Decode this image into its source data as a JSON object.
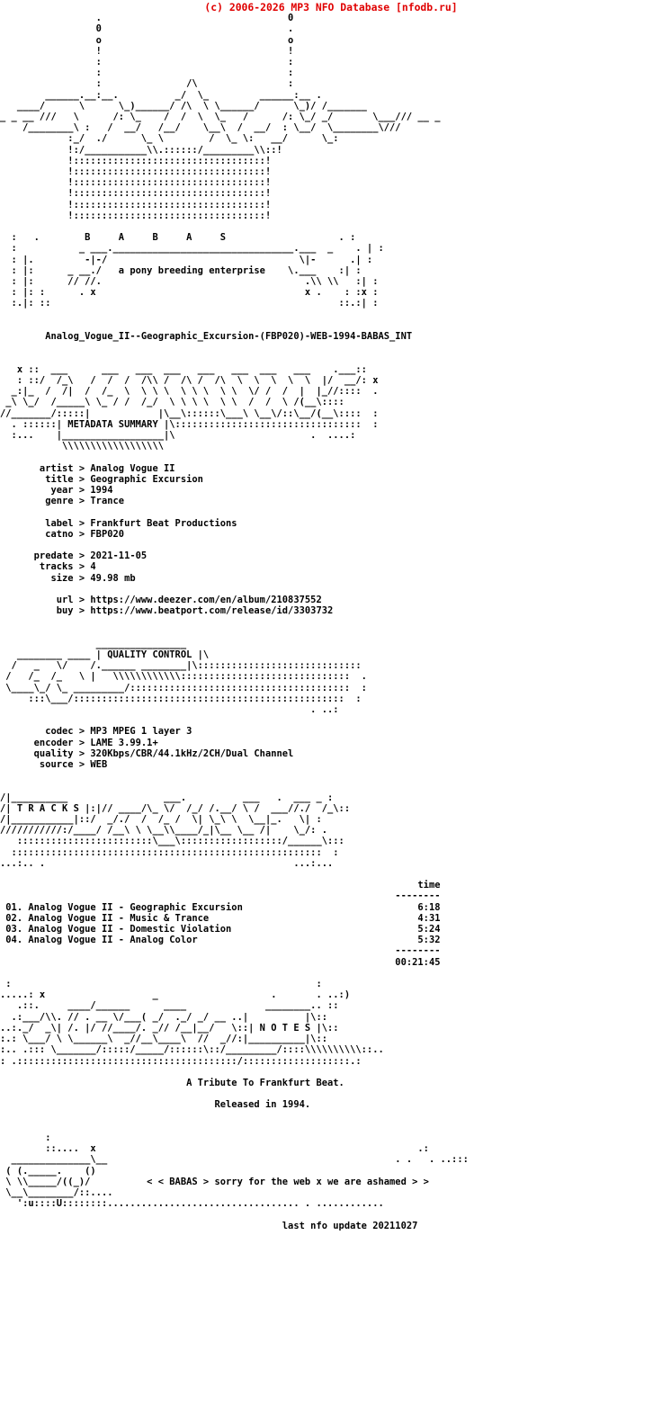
{
  "header": {
    "copyright": "(c) 2006-2026 MP3 NFO Database [nfodb.ru]",
    "copyright_color": "#e00000"
  },
  "group": {
    "name": "BABAS",
    "name_spaced": "B     A     B     A     S",
    "tagline": "a pony breeding enterprise"
  },
  "release": {
    "dirname": "Analog_Vogue_II--Geographic_Excursion-(FBP020)-WEB-1994-BABAS_INT"
  },
  "sections": {
    "metadata_label": "METADATA SUMMARY",
    "quality_label": "QUALITY CONTROL",
    "tracks_label": "T R A C K S",
    "notes_label": "N O T E S"
  },
  "metadata": {
    "groups": [
      [
        {
          "key": "artist",
          "value": "Analog Vogue II"
        },
        {
          "key": "title",
          "value": "Geographic Excursion"
        },
        {
          "key": "year",
          "value": "1994"
        },
        {
          "key": "genre",
          "value": "Trance"
        }
      ],
      [
        {
          "key": "label",
          "value": "Frankfurt Beat Productions"
        },
        {
          "key": "catno",
          "value": "FBP020"
        }
      ],
      [
        {
          "key": "predate",
          "value": "2021-11-05"
        },
        {
          "key": "tracks",
          "value": "4"
        },
        {
          "key": "size",
          "value": "49.98 mb"
        }
      ],
      [
        {
          "key": "url",
          "value": "https://www.deezer.com/en/album/210837552"
        },
        {
          "key": "buy",
          "value": "https://www.beatport.com/release/id/3303732"
        }
      ]
    ]
  },
  "quality": {
    "rows": [
      {
        "key": "codec",
        "value": "MP3 MPEG 1 layer 3"
      },
      {
        "key": "encoder",
        "value": "LAME 3.99.1+"
      },
      {
        "key": "quality",
        "value": "320Kbps/CBR/44.1kHz/2CH/Dual Channel"
      },
      {
        "key": "source",
        "value": "WEB"
      }
    ]
  },
  "tracklist": {
    "time_header": "time",
    "rule": "--------",
    "rows": [
      {
        "num": "01.",
        "title": "Analog Vogue II - Geographic Excursion",
        "time": "6:18"
      },
      {
        "num": "02.",
        "title": "Analog Vogue II - Music & Trance",
        "time": "4:31"
      },
      {
        "num": "03.",
        "title": "Analog Vogue II - Domestic Violation",
        "time": "5:24"
      },
      {
        "num": "04.",
        "title": "Analog Vogue II - Analog Color",
        "time": "5:32"
      }
    ],
    "total": "00:21:45"
  },
  "notes": {
    "lines": [
      "A Tribute To Frankfurt Beat.",
      "Released in 1994."
    ]
  },
  "footer": {
    "signature": "< < BABAS > sorry for the web x we are ashamed > >",
    "last_update": "last nfo update 20211027"
  },
  "ascii": {
    "logo_top": "                 .                                 0\n                 0                                 .\n                 o                                 o\n                 !                                 !\n                 :                                 :\n                 :                                 :\n                 :               /\\                :\n        ______.__:__.          _/  \\_         ______:__ .\n   ____/      \\      \\_)______/ /\\  \\ \\______/      \\_)/ /_______\n_ _ __ ///   \\      /: \\_    /  /  \\  \\_   /      /: \\_/ _/       \\___/// __ _\n    /________\\ :   /  __/   /__/    \\__\\  /  __/  : \\__/  \\________\\///\n            :_/  ./      \\_ \\        /  \\_ \\:   __/      \\_:\n            !:/___________\\\\.::::::/_________\\\\::!\n            !::::::::::::::::::::::::::::::::::!\n            !::::::::::::::::::::::::::::::::::!\n            !::::::::::::::::::::::::::::::::::!\n            !::::::::::::::::::::::::::::::::::!\n            !::::::::::::::::::::::::::::::::::!\n            !::::::::::::::::::::::::::::::::::!",
    "meta_banner": "   x ::  ___      ___   ___  ___   ___   ___  ___   ___    .___::\n   : ::/  /_\\   /  /  /  /\\\\ /  /\\ /  /\\  \\  \\  \\  \\  \\  |/  __/: x\n  _:|_  /  /|  /  /_  \\  \\ \\ \\  \\ \\ \\  \\ \\  \\/ /  /  |  |_//::::  .\n _\\ \\_/  /_____\\ \\_ / /  /_/  \\ \\ \\ \\  \\ \\  /  /  \\ /(__\\::::\n//_______/:::::|            |\\__\\::::::\\___\\ \\__\\/::\\__/(__\\::::  :\n  . ::::::| METADATA SUMMARY |\\:::::::::::::::::::::::::::::::::  :\n  :...    |__________________|\\                        .  ....:\n           \\\\\\\\\\\\\\\\\\\\\\\\\\\\\\\\\\\\",
    "qc_banner": "                 ________________\n   ________ ____ | QUALITY CONTROL |\\\n  /   _   \\/    /.______ ________|\\:::::::::::::::::::::::::::::\n /   /_  /_   \\ |   \\\\\\\\\\\\\\\\\\\\\\\\::::::::::::::::::::::::::::::  .\n \\____\\_/ \\_ _________/:::::::::::::::::::::::::::::::::::::::  :\n     :::\\___/::::::::::::::::::::::::::::::::::::::::::::::::  :\n                                                       . ..:",
    "tracks_banner": "/|__________                 ___.          ___   .  ___ _ :\n/| T R A C K S |:|// ____/\\_ \\/  /_/ /.__/ \\ /  ___//./  /_\\::\n/|___________|::/  _/./  /  /_ /  \\| \\_\\ \\  \\__|_.   \\| :\n///////////:/____/ /__\\ \\ \\__\\\\____/_|\\__ \\__ /|    \\_/: .\n   ::::::::::::::::::::::::\\___\\::::::::::::::::::/______\\:::\n  :::::::::::::::::::::::::::::::::::::::::::::::::::::::  :\n...:.. .                                            ...:...",
    "notes_banner": " :                                                      :\n.....: x                   _                    .       . ..:)\n   .::.     ____/______      ____              ________.. ::\n  .:___/\\\\. // . __ \\/___( _/  ._/ _/ __ ..|          |\\::\n..:._/  _\\| /. |/ //____/. _// /__|__/   \\::| N O T E S |\\::\n:.: \\___/ \\ \\______\\  _//__\\____\\  //  _//:|__________|\\::\n:.. .::: \\_______/:::::/_____/::::::\\::/_________/::::\\\\\\\\\\\\\\\\\\\\::..\n: .:::::::::::::::::::::::::::::::::::::::/:::::::::::::::::::.:",
    "footer_art": "        :\n        ::....  x\n  ______________\\__\n ( (._____.    ()\n \\ \\\\_____/((_)/",
    "footer_art_tail": " \\__\\________/::....\n   ':u::::U::::::::.................................. . ............"
  }
}
